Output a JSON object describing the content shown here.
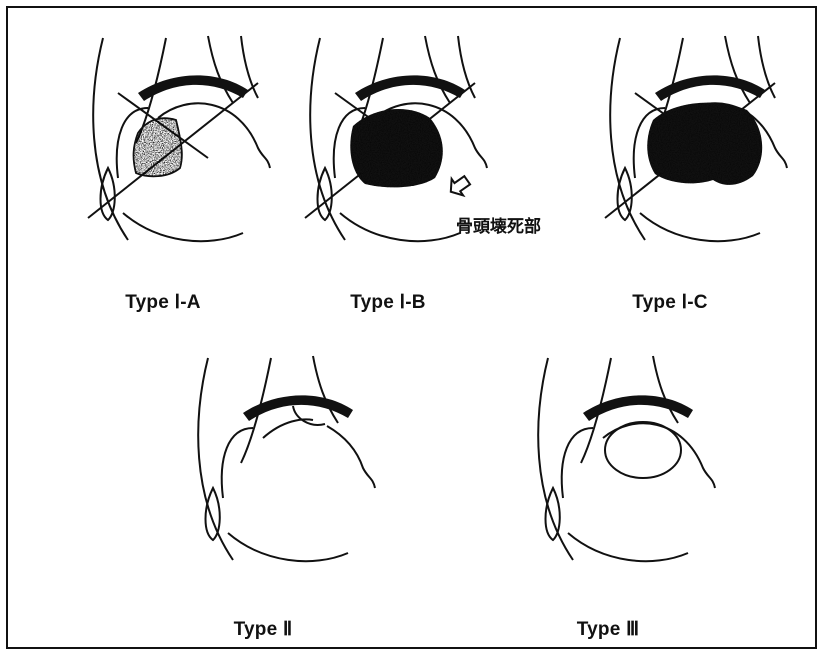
{
  "diagrams": [
    {
      "label": "Type Ⅰ-A"
    },
    {
      "label": "Type Ⅰ-B"
    },
    {
      "label": "Type Ⅰ-C"
    },
    {
      "label": "Type Ⅱ"
    },
    {
      "label": "Type Ⅲ"
    }
  ],
  "annotation": {
    "text": "骨頭壊死部"
  },
  "colors": {
    "ink": "#111111",
    "background": "#ffffff"
  }
}
